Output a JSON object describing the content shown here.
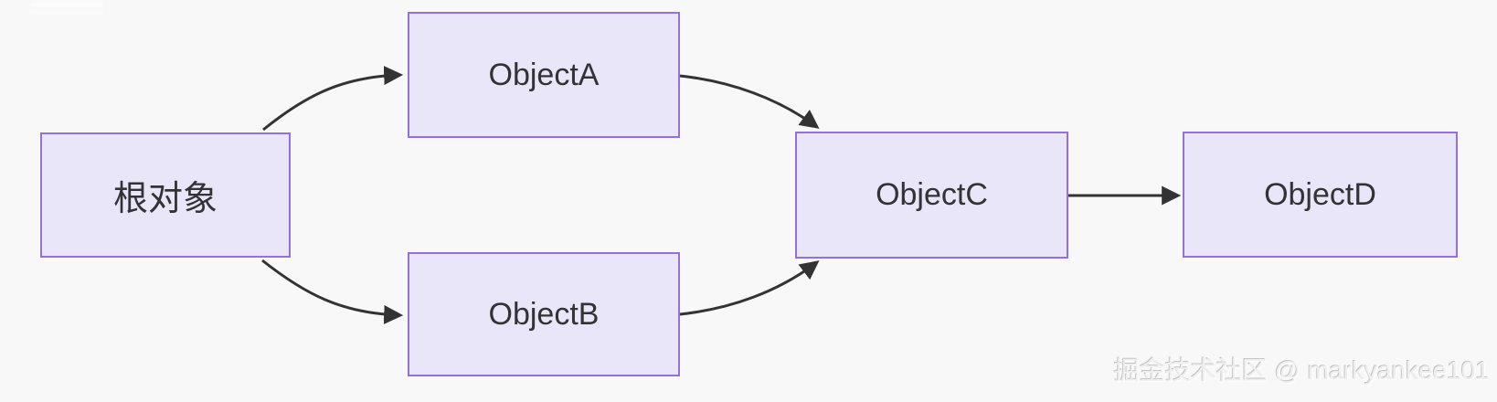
{
  "diagram": {
    "type": "flowchart",
    "direction": "left-to-right",
    "nodes": [
      {
        "id": "root",
        "label": "根对象"
      },
      {
        "id": "objectA",
        "label": "ObjectA"
      },
      {
        "id": "objectB",
        "label": "ObjectB"
      },
      {
        "id": "objectC",
        "label": "ObjectC"
      },
      {
        "id": "objectD",
        "label": "ObjectD"
      }
    ],
    "edges": [
      {
        "from": "根对象",
        "to": "ObjectA"
      },
      {
        "from": "根对象",
        "to": "ObjectB"
      },
      {
        "from": "ObjectA",
        "to": "ObjectC"
      },
      {
        "from": "ObjectB",
        "to": "ObjectC"
      },
      {
        "from": "ObjectC",
        "to": "ObjectD"
      }
    ],
    "colors": {
      "node_fill": "#e9e6fa",
      "node_border": "#9370db",
      "edge_stroke": "#333333",
      "label_color": "#333333",
      "background": "#f8f8f8"
    }
  },
  "watermark": {
    "text": "掘金技术社区 @ markyankee101"
  }
}
